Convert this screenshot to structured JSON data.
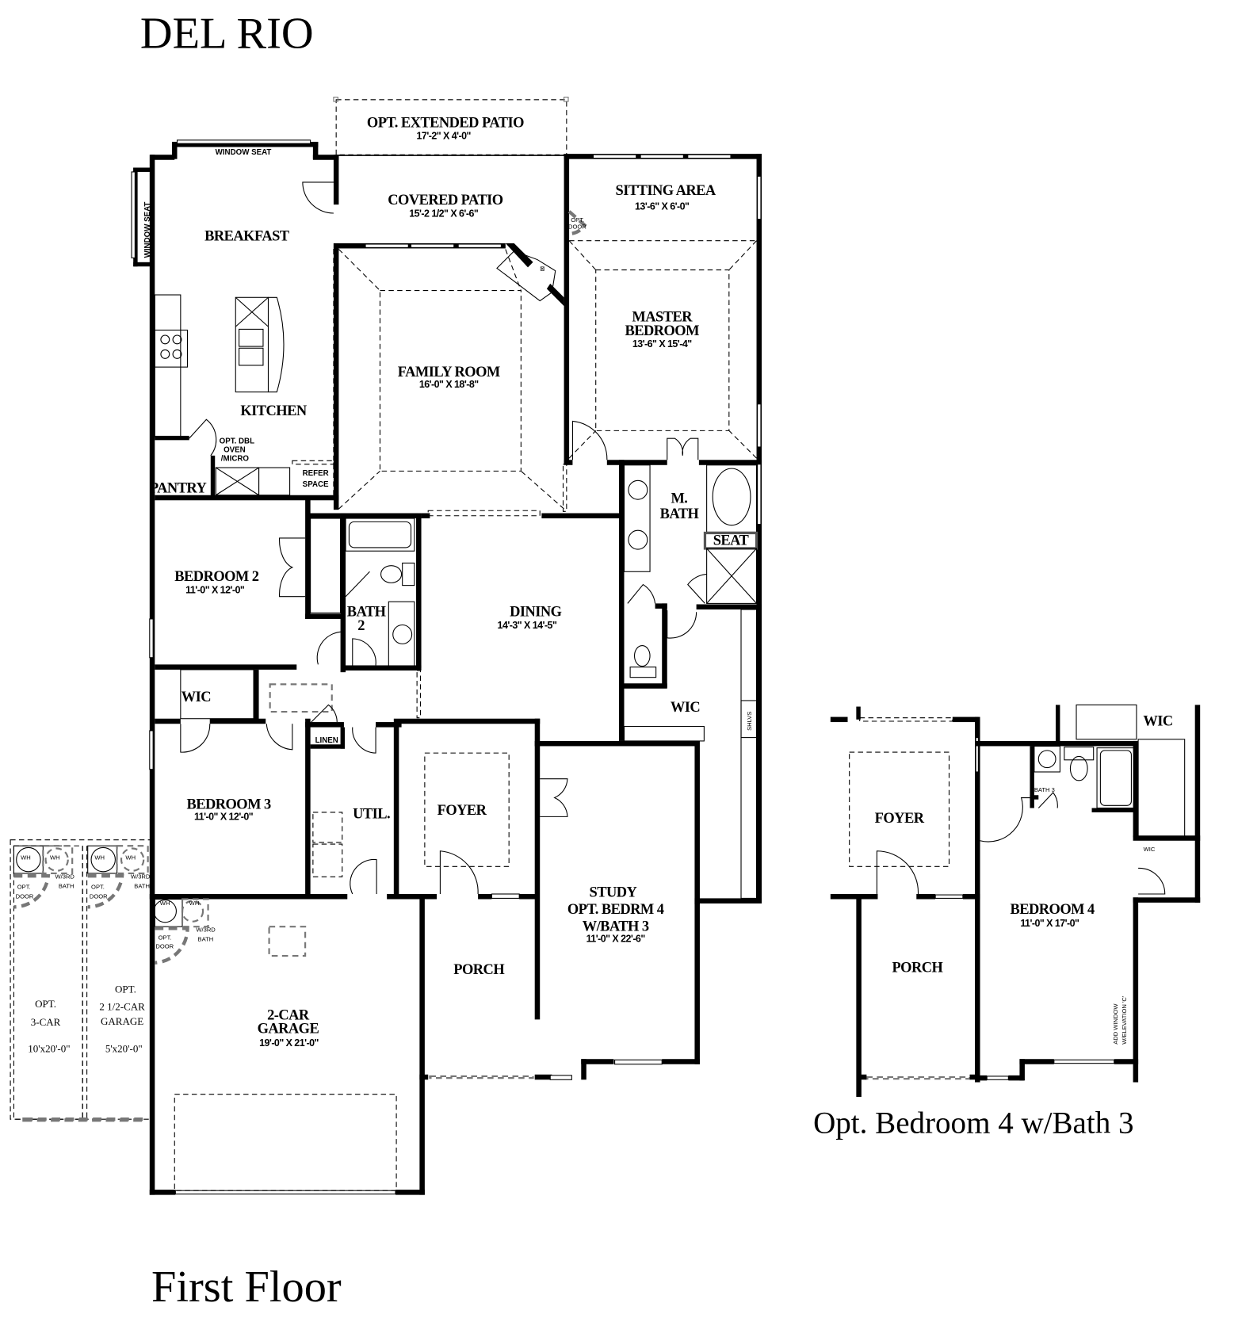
{
  "title": "DEL RIO",
  "floor_label": "First Floor",
  "inset_label": "Opt. Bedroom 4 w/Bath 3",
  "rooms": {
    "extended_patio": {
      "name": "OPT. EXTENDED PATIO",
      "dim": "17'-2\" X 4'-0\""
    },
    "covered_patio": {
      "name": "COVERED PATIO",
      "dim": "15'-2 1/2\" X 6'-6\""
    },
    "sitting_area": {
      "name": "SITTING AREA",
      "dim": "13'-6\" X 6'-0\""
    },
    "breakfast": {
      "name": "BREAKFAST"
    },
    "kitchen": {
      "name": "KITCHEN"
    },
    "family_room": {
      "name": "FAMILY ROOM",
      "dim": "16'-0\" X 18'-8\""
    },
    "master_bedroom": {
      "name1": "MASTER",
      "name2": "BEDROOM",
      "dim": "13'-6\" X 15'-4\""
    },
    "master_bath": {
      "name1": "M.",
      "name2": "BATH"
    },
    "bedroom2": {
      "name": "BEDROOM 2",
      "dim": "11'-0\" X 12'-0\""
    },
    "bath2": {
      "name1": "BATH",
      "name2": "2"
    },
    "dining": {
      "name": "DINING",
      "dim": "14'-3\" X 14'-5\""
    },
    "wic_main": {
      "name": "WIC"
    },
    "wic_bed3": {
      "name": "WIC"
    },
    "bedroom3": {
      "name": "BEDROOM 3",
      "dim": "11'-0\" X 12'-0\""
    },
    "linen": {
      "name": "LINEN"
    },
    "util": {
      "name": "UTIL."
    },
    "foyer": {
      "name": "FOYER"
    },
    "study": {
      "name1": "STUDY",
      "name2": "OPT. BEDRM 4",
      "name3": "W/BATH 3",
      "dim": "11'-0\" X 22'-6\""
    },
    "porch": {
      "name": "PORCH"
    },
    "garage": {
      "name1": "2-CAR",
      "name2": "GARAGE",
      "dim": "19'-0\" X 21'-0\""
    },
    "opt_3car": {
      "name1": "OPT.",
      "name2": "3-CAR",
      "dim": "10'x20'-0\""
    },
    "opt_25car": {
      "name1": "OPT.",
      "name2": "2 1/2-CAR",
      "name3": "GARAGE",
      "dim": "5'x20'-0\""
    }
  },
  "labels": {
    "window_seat": "WINDOW SEAT",
    "opt_dbl_oven": [
      "OPT. DBL",
      "OVEN",
      "/MICRO"
    ],
    "refer_space": [
      "REFER",
      "SPACE"
    ],
    "pantry": "PANTRY",
    "seat": "SEAT",
    "shlvs": "SHLVS",
    "opt_door": [
      "OPT.",
      "DOOR"
    ],
    "wh": "WH",
    "w3rd_bath": [
      "W/3RD",
      "BATH"
    ]
  },
  "inset": {
    "foyer": "FOYER",
    "porch": "PORCH",
    "bath3": "BATH 3",
    "wic_top": "WIC",
    "wic_small": "WIC",
    "bedroom4": {
      "name": "BEDROOM 4",
      "dim": "11'-0\" X 17'-0\""
    },
    "window_note": [
      "ADD WINDOW",
      "W/ELEVATION 'C'"
    ]
  }
}
